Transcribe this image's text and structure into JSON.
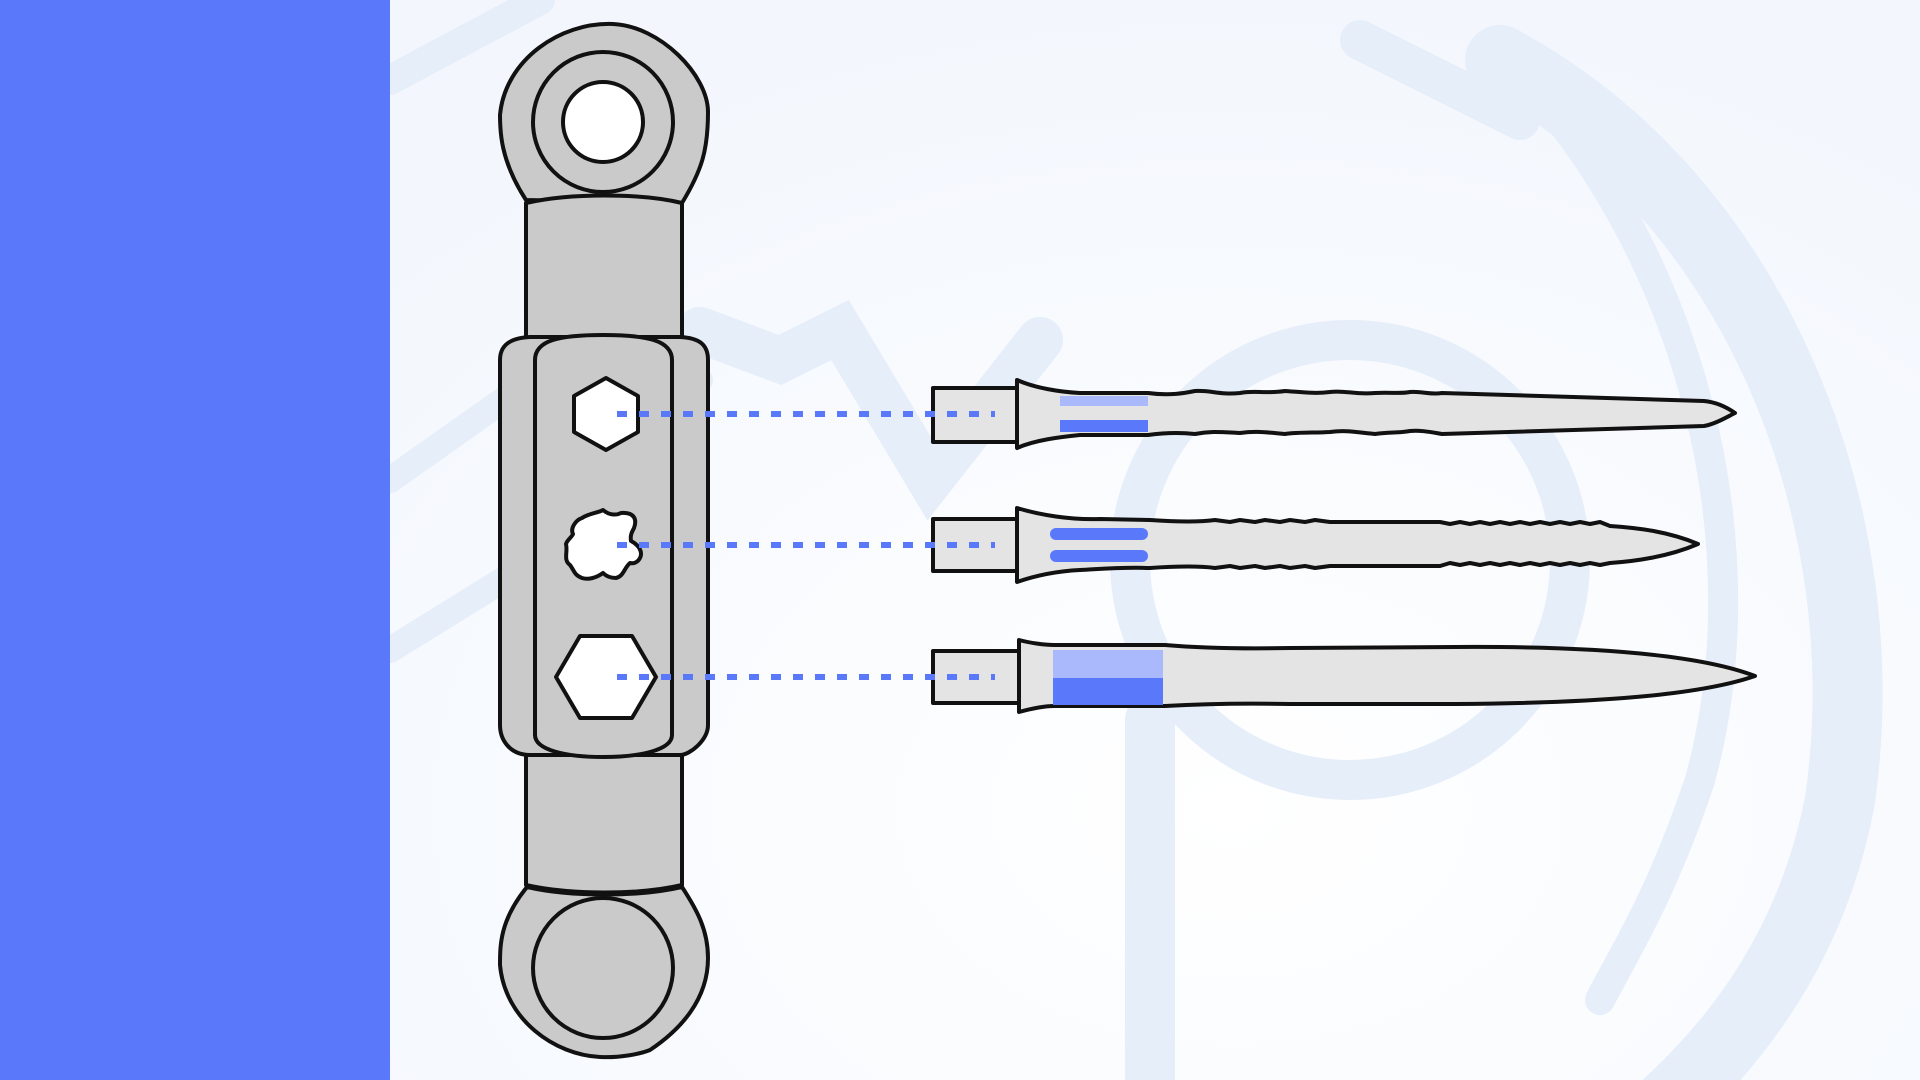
{
  "colors": {
    "accent": "#5a78fa",
    "accent_light": "#a9b9fb",
    "background": "#f3f7fd",
    "background_glow": "#ffffff",
    "watermark": "#e6eefa",
    "metal": "#cacaca",
    "metal_light": "#e4e4e4",
    "outline": "#111111",
    "socket": "#ffffff"
  },
  "icons": {
    "handle": "socket-wrench-handle-icon",
    "sockets": [
      "hex-socket-icon",
      "torx-socket-icon",
      "large-hex-socket-icon"
    ],
    "bits": [
      "wavy-drill-bit-icon",
      "serrated-bit-icon",
      "smooth-pointed-bit-icon"
    ]
  },
  "diagram": {
    "connections": [
      {
        "socket": "hex",
        "bit": "wavy"
      },
      {
        "socket": "torx",
        "bit": "serrated"
      },
      {
        "socket": "large-hex",
        "bit": "smooth"
      }
    ]
  }
}
